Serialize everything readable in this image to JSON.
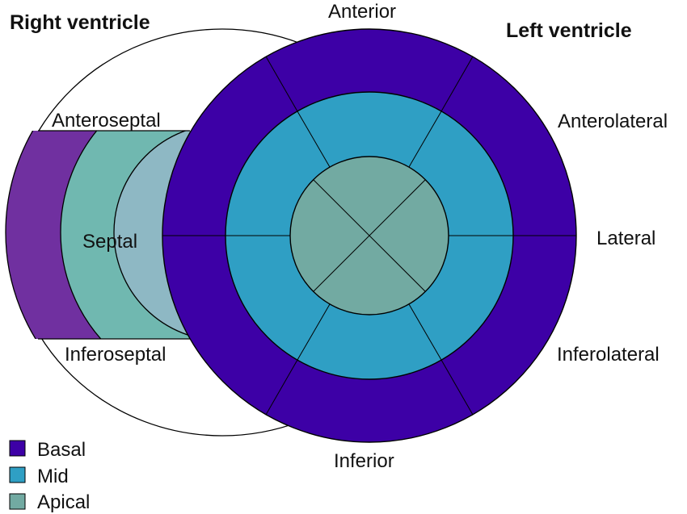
{
  "titles": {
    "right_ventricle": "Right ventricle",
    "left_ventricle": "Left ventricle"
  },
  "segments": {
    "anterior": "Anterior",
    "anterolateral": "Anterolateral",
    "lateral": "Lateral",
    "inferolateral": "Inferolateral",
    "inferior": "Inferior",
    "inferoseptal": "Inferoseptal",
    "septal": "Septal",
    "anteroseptal": "Anteroseptal"
  },
  "legend": [
    {
      "label": "Basal",
      "color": "#3d00a6"
    },
    {
      "label": "Mid",
      "color": "#2f9fc4"
    },
    {
      "label": "Apical",
      "color": "#72aaa2"
    }
  ],
  "colors": {
    "basal": "#3d00a6",
    "mid": "#2f9fc4",
    "apical": "#72aaa2",
    "rv_basal": "#7030a0",
    "rv_mid": "#70b8b0",
    "rv_apical": "#8eb8c4"
  }
}
